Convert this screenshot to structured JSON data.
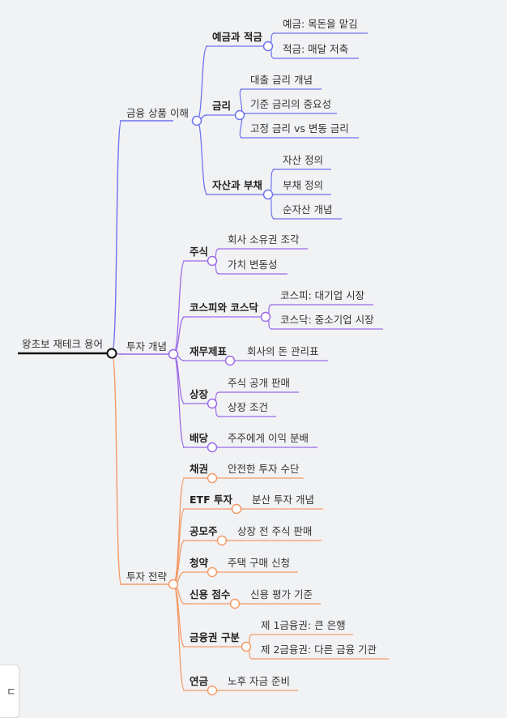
{
  "root": "왕초보 재테크 용어",
  "colors": {
    "blue": "#6f73ee",
    "purple": "#9b6be6",
    "orange": "#f29a68",
    "root": "#111111"
  },
  "branches": [
    {
      "label": "금융 상품 이해",
      "color": "blue",
      "children": [
        {
          "label": "예금과 적금",
          "leaves": [
            "예금: 목돈을 맡김",
            "적금: 매달 저축"
          ]
        },
        {
          "label": "금리",
          "leaves": [
            "대출 금리 개념",
            "기준 금리의 중요성",
            "고정 금리 vs 변동 금리"
          ]
        },
        {
          "label": "자산과 부채",
          "leaves": [
            "자산 정의",
            "부채 정의",
            "순자산 개념"
          ]
        }
      ]
    },
    {
      "label": "투자 개념",
      "color": "purple",
      "children": [
        {
          "label": "주식",
          "leaves": [
            "회사 소유권 조각",
            "가치 변동성"
          ]
        },
        {
          "label": "코스피와 코스닥",
          "leaves": [
            "코스피: 대기업 시장",
            "코스닥: 중소기업 시장"
          ]
        },
        {
          "label": "재무제표",
          "leaves": [
            "회사의 돈 관리표"
          ]
        },
        {
          "label": "상장",
          "leaves": [
            "주식 공개 판매",
            "상장 조건"
          ]
        },
        {
          "label": "배당",
          "leaves": [
            "주주에게 이익 분배"
          ]
        }
      ]
    },
    {
      "label": "투자 전략",
      "color": "orange",
      "children": [
        {
          "label": "채권",
          "leaves": [
            "안전한 투자 수단"
          ]
        },
        {
          "label": "ETF 투자",
          "leaves": [
            "분산 투자 개념"
          ]
        },
        {
          "label": "공모주",
          "leaves": [
            "상장 전 주식 판매"
          ]
        },
        {
          "label": "청약",
          "leaves": [
            "주택 구매 신청"
          ]
        },
        {
          "label": "신용 점수",
          "leaves": [
            "신용 평가 기준"
          ]
        },
        {
          "label": "금융권 구분",
          "leaves": [
            "제 1금융권: 큰 은행",
            "제 2금융권: 다른 금융 기관"
          ]
        },
        {
          "label": "연금",
          "leaves": [
            "노후 자금 준비"
          ]
        }
      ]
    }
  ],
  "corner_glyph": "ㄷ"
}
